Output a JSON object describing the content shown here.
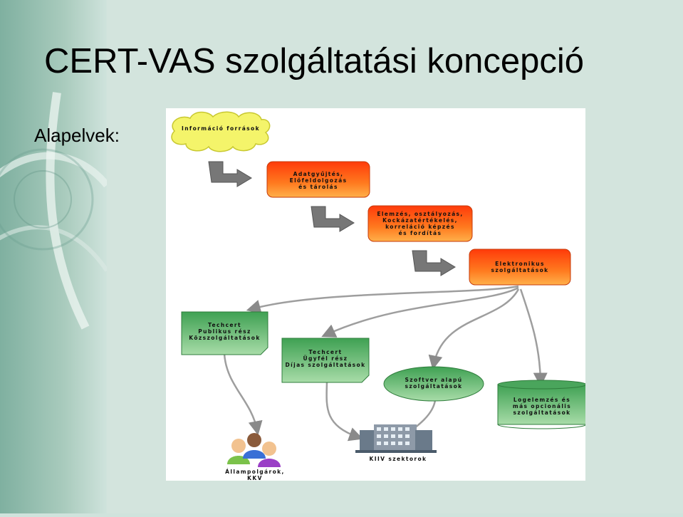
{
  "slide": {
    "title": "CERT-VAS szolgáltatási koncepció",
    "subtitle": "Alapelvek:"
  },
  "diagram": {
    "cloud": "Információ források",
    "step1": [
      "Adatgyűjtés,",
      "Előfeldolgozás",
      "és tárolás"
    ],
    "step2": [
      "Elemzés, osztályozás,",
      "Kockázatértékelés,",
      "korreláció képzés",
      "és fordítás"
    ],
    "step3": [
      "Elektronikus",
      "szolgáltatások"
    ],
    "public": [
      "Techcert",
      "Publikus rész",
      "Közszolgáltatások"
    ],
    "client": [
      "Techcert",
      "Ügyfél rész",
      "Díjas szolgáltatások"
    ],
    "software": [
      "Szoftver alapú",
      "szolgáltatások"
    ],
    "logs": [
      "Logelemzés és",
      "más opcionális",
      "szolgáltatások"
    ],
    "citizens": [
      "Állampolgárok,",
      "KKV"
    ],
    "sectors": "KIIV szektorok"
  },
  "colors": {
    "orange_box": "#ff5a1a",
    "green_box": "#5cb26a",
    "cloud": "#f4f46a",
    "connector": "#9e9e9e"
  }
}
